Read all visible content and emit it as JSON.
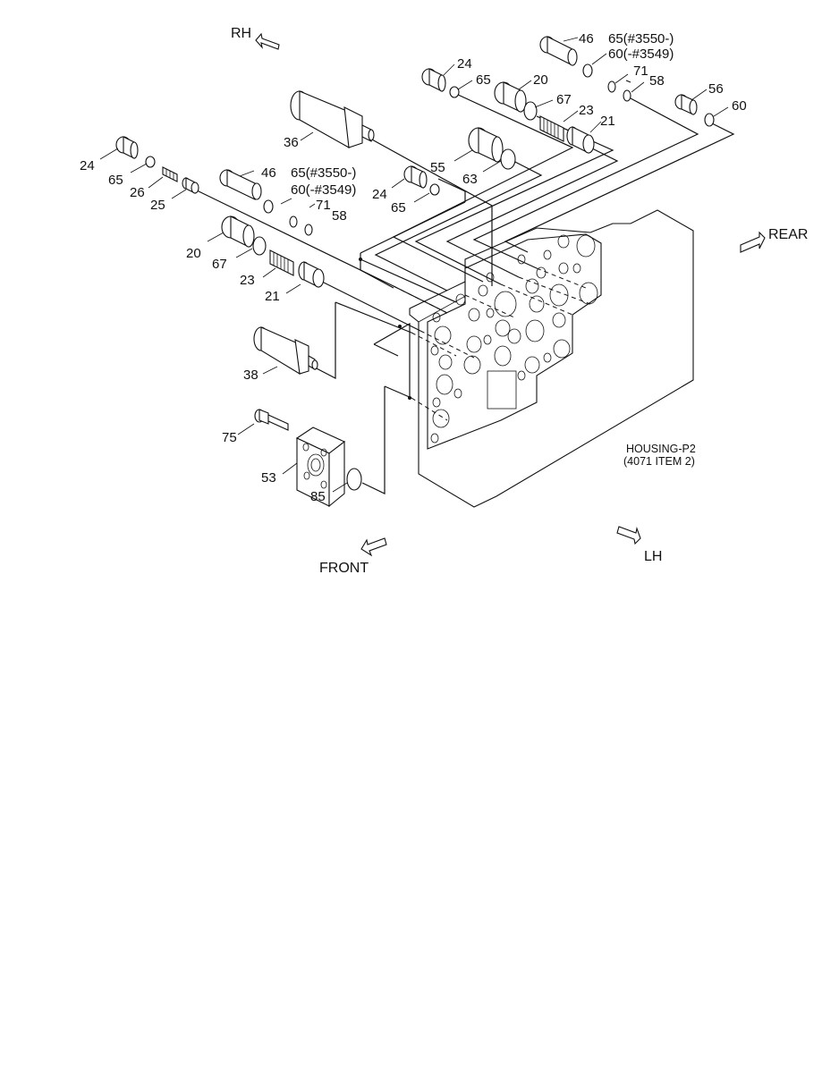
{
  "directions": {
    "rh": "RH",
    "rear": "REAR",
    "front": "FRONT",
    "lh": "LH"
  },
  "housing_note": {
    "line1": "HOUSING-P2",
    "line2": "(4071 ITEM 2)"
  },
  "callouts": {
    "c46_right": "46",
    "c65_right": "65(#3550-)",
    "c60_right": "60(-#3549)",
    "c24_top": "24",
    "c65_top": "65",
    "c20_top": "20",
    "c71_right": "71",
    "c58_right": "58",
    "c56": "56",
    "c60_far": "60",
    "c67_top": "67",
    "c23_top": "23",
    "c21_top": "21",
    "c36": "36",
    "c55": "55",
    "c63": "63",
    "c24_mid": "24",
    "c65_mid": "65",
    "c24_left": "24",
    "c65_left": "65",
    "c26": "26",
    "c25": "25",
    "c46_left": "46",
    "c65_left2": "65(#3550-)",
    "c60_left2": "60(-#3549)",
    "c71_left": "71",
    "c58_left": "58",
    "c20_left": "20",
    "c67_left": "67",
    "c23_left": "23",
    "c21_left": "21",
    "c38": "38",
    "c75": "75",
    "c53": "53",
    "c85": "85"
  }
}
